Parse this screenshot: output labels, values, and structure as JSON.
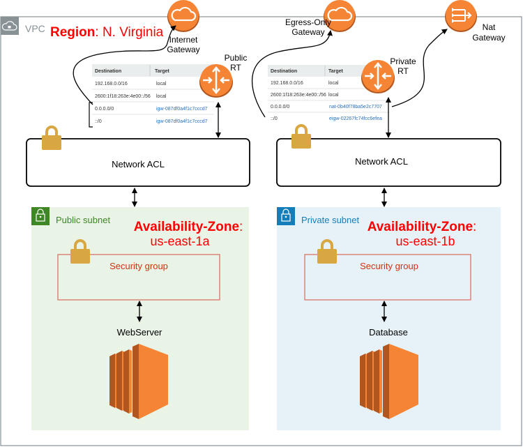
{
  "vpc": {
    "label": "VPC",
    "region_key": "Region",
    "region_value": ": N. Virginia"
  },
  "gateways": {
    "internet": [
      "Internet",
      "Gateway"
    ],
    "egress": [
      "Egress-Only",
      "Gateway"
    ],
    "nat": [
      "Nat",
      "Gateway"
    ]
  },
  "route_tables": {
    "public": {
      "label": [
        "Public",
        "RT"
      ],
      "headers": [
        "Destination",
        "Target"
      ],
      "rows": [
        [
          "192.168.0.0/16",
          "local"
        ],
        [
          "2600:1f18:263e:4e00::/56",
          "local"
        ],
        [
          "0.0.0.0/0",
          "igw-087df0a4f1c7cccd7"
        ],
        [
          "::/0",
          "igw-087df0a4f1c7cccd7"
        ]
      ]
    },
    "private": {
      "label": [
        "Private",
        "RT"
      ],
      "headers": [
        "Destination",
        "Target"
      ],
      "rows": [
        [
          "192.168.0.0/16",
          "local"
        ],
        [
          "2600:1f18:263e:4e00::/56",
          "local"
        ],
        [
          "0.0.0.0/0",
          "nat-0b40f78ba5e2c7707"
        ],
        [
          "::/0",
          "eigw-02267fc74fcc6efea"
        ]
      ]
    }
  },
  "public_side": {
    "nacl": "Network ACL",
    "subnet": "Public subnet",
    "az_label": "Availability-Zone",
    "az_colon": ":",
    "az_value": "us-east-1a",
    "security_group": "Security group",
    "instance": "WebServer"
  },
  "private_side": {
    "nacl": "Network ACL",
    "subnet": "Private subnet",
    "az_label": "Availability-Zone",
    "az_colon": ":",
    "az_value": "us-east-1b",
    "security_group": "Security group",
    "instance": "Database"
  },
  "colors": {
    "aws_orange": "#f58534",
    "region_red": "#ff0000",
    "public_subnet_green": "#3f8624",
    "private_subnet_blue": "#147eba",
    "security_group_red": "#d13212",
    "vpc_gray": "#879196"
  }
}
